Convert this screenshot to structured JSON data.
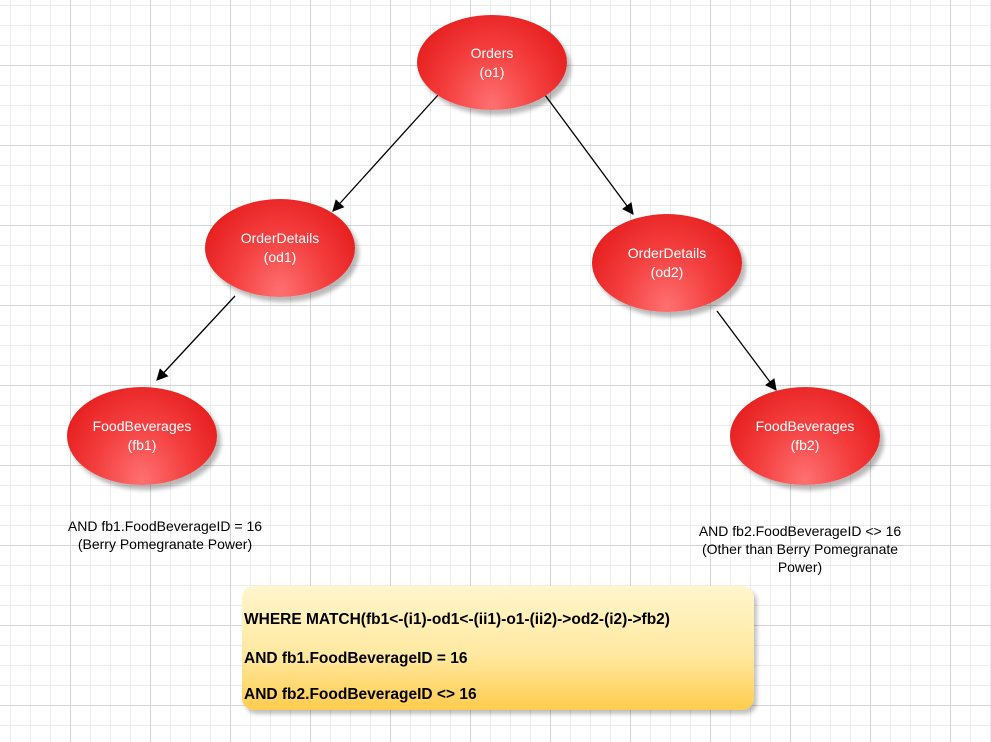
{
  "nodes": {
    "orders": {
      "name": "Orders",
      "alias": "(o1)"
    },
    "od1": {
      "name": "OrderDetails",
      "alias": "(od1)"
    },
    "od2": {
      "name": "OrderDetails",
      "alias": "(od2)"
    },
    "fb1": {
      "name": "FoodBeverages",
      "alias": "(fb1)"
    },
    "fb2": {
      "name": "FoodBeverages",
      "alias": "(fb2)"
    }
  },
  "notes": {
    "fb1": {
      "condition": "AND fb1.FoodBeverageID = 16",
      "detail": "(Berry Pomegranate Power)"
    },
    "fb2": {
      "condition": "AND fb2.FoodBeverageID <> 16",
      "detail": "(Other than Berry Pomegranate",
      "detail2": "Power)"
    }
  },
  "query": {
    "line1": "WHERE MATCH(fb1<-(i1)-od1<-(ii1)-o1-(ii2)->od2-(i2)->fb2)",
    "line2": "AND fb1.FoodBeverageID = 16",
    "line3": "AND fb2.FoodBeverageID <> 16"
  },
  "colors": {
    "node_fill": "#f43e3e",
    "node_text": "#ffffff",
    "query_box_top": "#fff6cc",
    "query_box_bottom": "#ffcc4d",
    "edge": "#000000"
  }
}
